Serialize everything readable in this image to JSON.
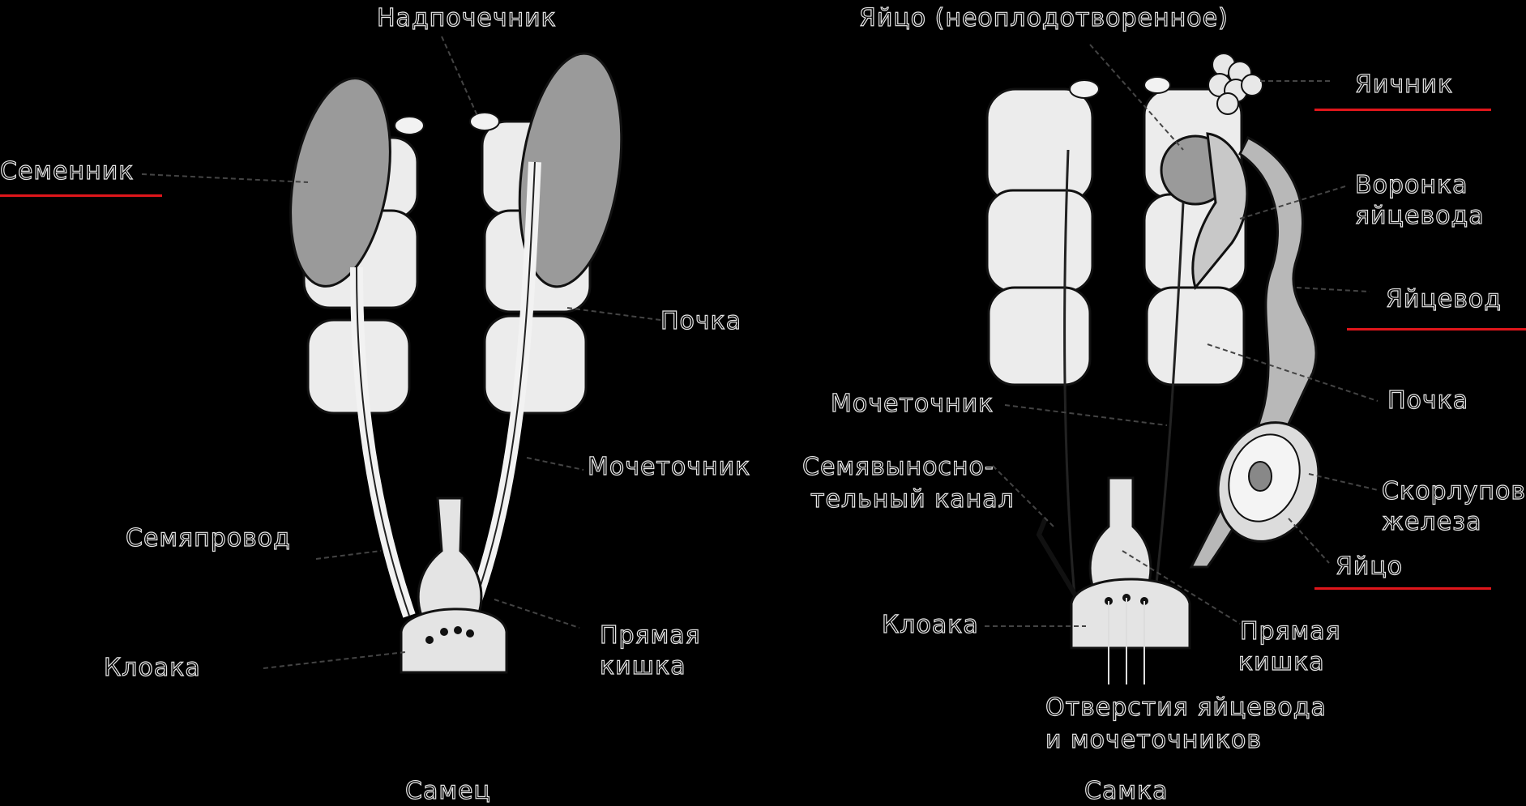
{
  "male": {
    "adrenal": "Надпочечник",
    "testis": "Семенник",
    "kidney": "Почка",
    "ureter": "Мочеточник",
    "vas_deferens": "Семяпровод",
    "rectum_1": "Прямая",
    "rectum_2": "кишка",
    "cloaca": "Клоака",
    "caption": "Самец"
  },
  "female": {
    "egg_in_cavity": "Яйцо (неоплодотворенное)",
    "ovary": "Яичник",
    "funnel_1": "Воронка",
    "funnel_2": "яйцевода",
    "oviduct": "Яйцевод",
    "kidney": "Почка",
    "ureter": "Мочеточник",
    "vestigial_1": "Семявыносно-",
    "vestigial_2": "тельный канал",
    "shell_gland_1": "Скорлуповая",
    "shell_gland_2": "железа",
    "egg": "Яйцо",
    "cloaca": "Клоака",
    "rectum_1": "Прямая",
    "rectum_2": "кишка",
    "openings_1": "Отверстия яйцевода",
    "openings_2": "и мочеточников",
    "caption": "Самка"
  },
  "colors": {
    "background": "#000000",
    "gonad": "#9a9a9a",
    "kidney": "#ececec",
    "underline": "#e0161b"
  }
}
